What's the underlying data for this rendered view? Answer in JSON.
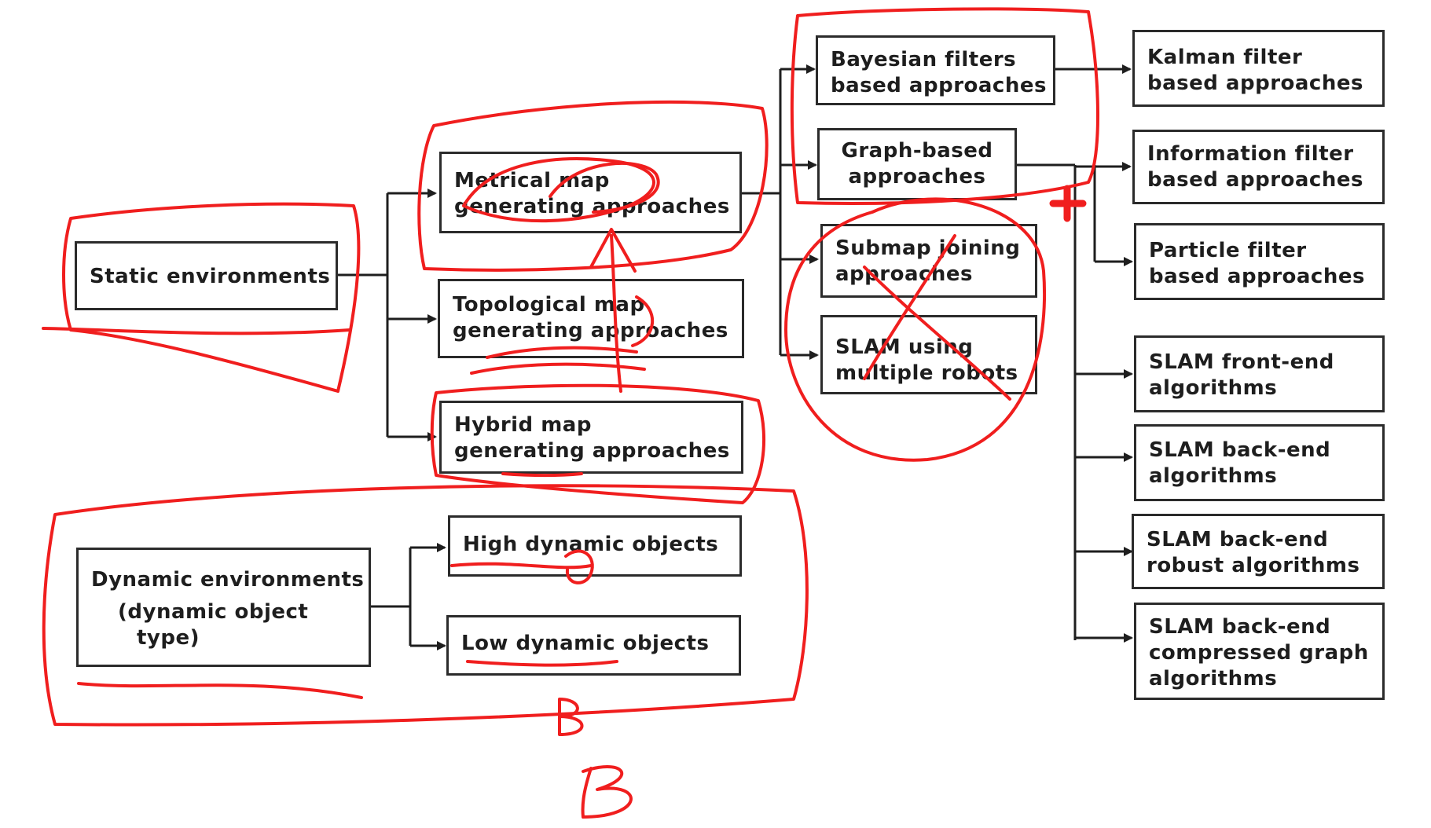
{
  "colors": {
    "box_border": "#2b2b2b",
    "connector": "#1e1e1e",
    "annotation": "#f01e1e"
  },
  "boxes": {
    "static_env": [
      "Static environments"
    ],
    "dynamic_env": [
      "Dynamic environments",
      "(dynamic object",
      "type)"
    ],
    "metrical": [
      "Metrical map",
      "generating approaches"
    ],
    "topological": [
      "Topological map",
      "generating approaches"
    ],
    "hybrid": [
      "Hybrid map",
      "generating approaches"
    ],
    "high_dynamic": [
      "High dynamic objects"
    ],
    "low_dynamic": [
      "Low dynamic objects"
    ],
    "bayesian": [
      "Bayesian filters",
      "based approaches"
    ],
    "graph_based": [
      "Graph-based",
      "approaches"
    ],
    "submap": [
      "Submap joining",
      "approaches"
    ],
    "slam_multi": [
      "SLAM using",
      "multiple robots"
    ],
    "kalman": [
      "Kalman filter",
      "based approaches"
    ],
    "information": [
      "Information filter",
      "based approaches"
    ],
    "particle": [
      "Particle filter",
      "based approaches"
    ],
    "front_end": [
      "SLAM front-end",
      "algorithms"
    ],
    "back_end": [
      "SLAM back-end",
      "algorithms"
    ],
    "back_end_robust": [
      "SLAM back-end",
      "robust algorithms"
    ],
    "back_end_compressed": [
      "SLAM back-end",
      "compressed graph",
      "algorithms"
    ]
  },
  "annotations": {
    "letter_b": "B",
    "plus_icon": "plus-icon"
  }
}
